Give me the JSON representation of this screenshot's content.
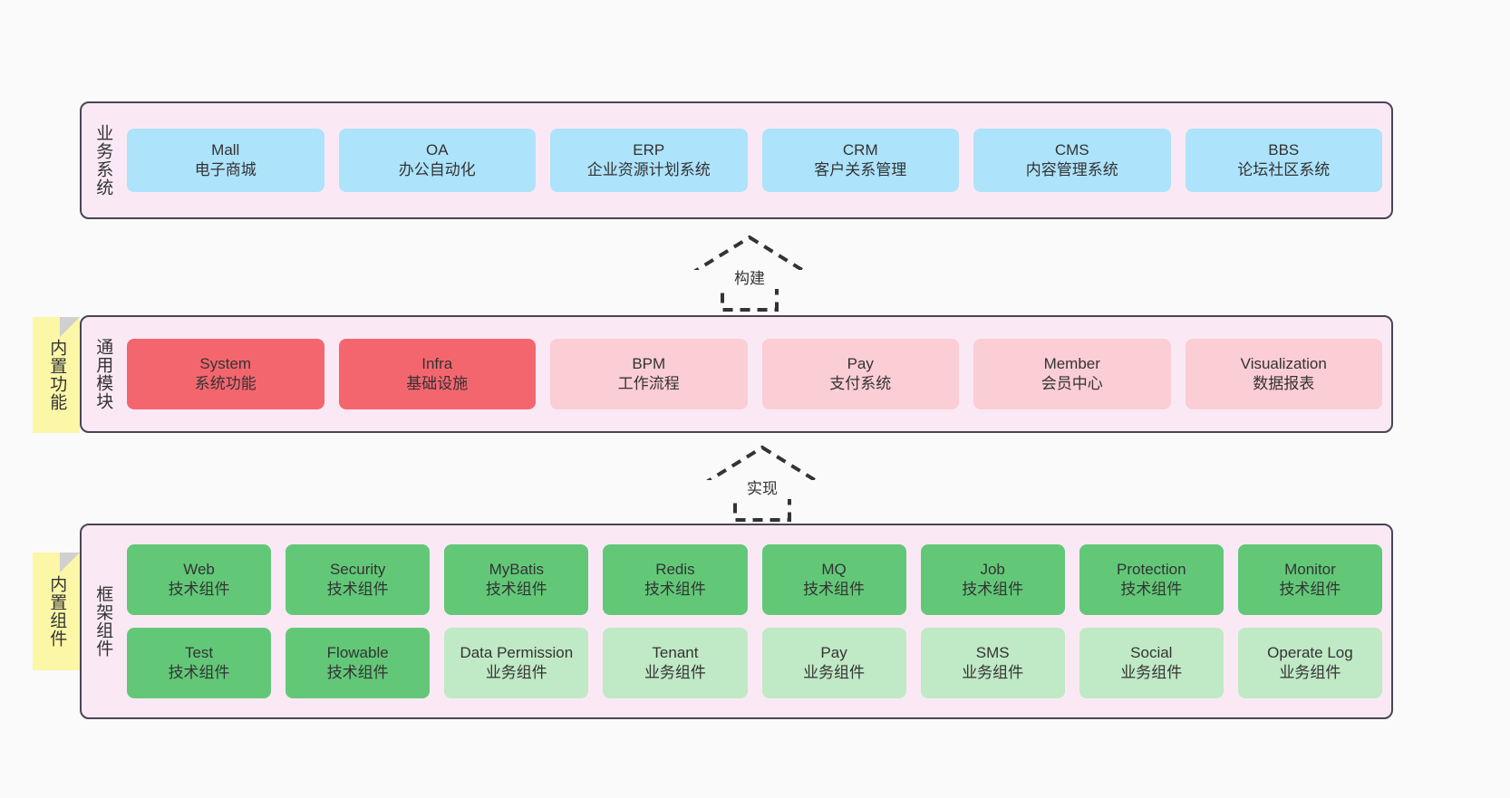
{
  "layers": [
    {
      "id": "business",
      "title": "业务系统",
      "note": null,
      "rows": [
        {
          "cards": [
            {
              "title": "Mall",
              "sub": "电子商城",
              "color": "blue"
            },
            {
              "title": "OA",
              "sub": "办公自动化",
              "color": "blue"
            },
            {
              "title": "ERP",
              "sub": "企业资源计划系统",
              "color": "blue"
            },
            {
              "title": "CRM",
              "sub": "客户关系管理",
              "color": "blue"
            },
            {
              "title": "CMS",
              "sub": "内容管理系统",
              "color": "blue"
            },
            {
              "title": "BBS",
              "sub": "论坛社区系统",
              "color": "blue"
            }
          ]
        }
      ]
    },
    {
      "id": "common",
      "title": "通用模块",
      "note": "内置功能",
      "rows": [
        {
          "cards": [
            {
              "title": "System",
              "sub": "系统功能",
              "color": "red"
            },
            {
              "title": "Infra",
              "sub": "基础设施",
              "color": "red"
            },
            {
              "title": "BPM",
              "sub": "工作流程",
              "color": "pink"
            },
            {
              "title": "Pay",
              "sub": "支付系统",
              "color": "pink"
            },
            {
              "title": "Member",
              "sub": "会员中心",
              "color": "pink"
            },
            {
              "title": "Visualization",
              "sub": "数据报表",
              "color": "pink"
            }
          ]
        }
      ]
    },
    {
      "id": "frame",
      "title": "框架组件",
      "note": "内置组件",
      "rows": [
        {
          "cards": [
            {
              "title": "Web",
              "sub": "技术组件",
              "color": "green"
            },
            {
              "title": "Security",
              "sub": "技术组件",
              "color": "green"
            },
            {
              "title": "MyBatis",
              "sub": "技术组件",
              "color": "green"
            },
            {
              "title": "Redis",
              "sub": "技术组件",
              "color": "green"
            },
            {
              "title": "MQ",
              "sub": "技术组件",
              "color": "green"
            },
            {
              "title": "Job",
              "sub": "技术组件",
              "color": "green"
            },
            {
              "title": "Protection",
              "sub": "技术组件",
              "color": "green"
            },
            {
              "title": "Monitor",
              "sub": "技术组件",
              "color": "green"
            }
          ]
        },
        {
          "cards": [
            {
              "title": "Test",
              "sub": "技术组件",
              "color": "green"
            },
            {
              "title": "Flowable",
              "sub": "技术组件",
              "color": "green"
            },
            {
              "title": "Data Permission",
              "sub": "业务组件",
              "color": "lightgreen"
            },
            {
              "title": "Tenant",
              "sub": "业务组件",
              "color": "lightgreen"
            },
            {
              "title": "Pay",
              "sub": "业务组件",
              "color": "lightgreen"
            },
            {
              "title": "SMS",
              "sub": "业务组件",
              "color": "lightgreen"
            },
            {
              "title": "Social",
              "sub": "业务组件",
              "color": "lightgreen"
            },
            {
              "title": "Operate Log",
              "sub": "业务组件",
              "color": "lightgreen"
            }
          ]
        }
      ]
    }
  ],
  "arrows": [
    {
      "id": "build",
      "label": "构建"
    },
    {
      "id": "impl",
      "label": "实现"
    }
  ],
  "colors": {
    "band_background": "#fae9f4",
    "band_border": "#4a4453",
    "blue": "#ade3fb",
    "red": "#f4666e",
    "pink": "#fbcdd4",
    "green": "#62c878",
    "lightgreen": "#c0e9c6",
    "note": "#fbf7a6",
    "page_background": "#fafafa",
    "text": "#333333"
  }
}
